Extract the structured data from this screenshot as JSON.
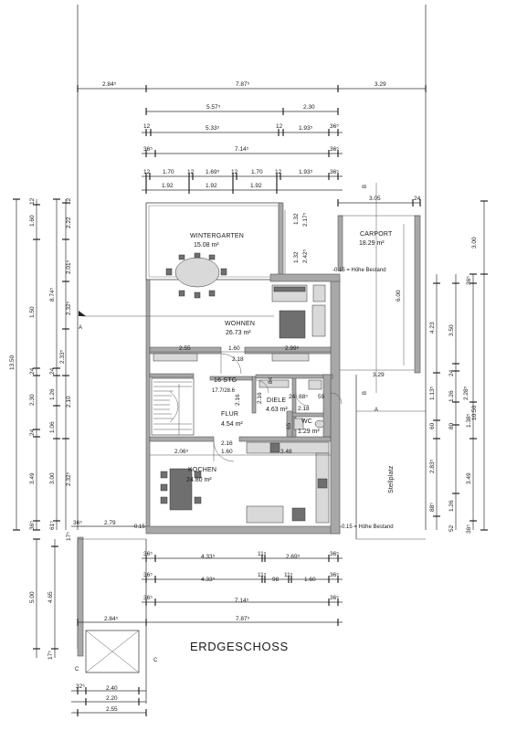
{
  "title": "ERDGESCHOSS",
  "rooms": {
    "wintergarten": {
      "name": "WINTERGARTEN",
      "area": "15.08 m²"
    },
    "carport": {
      "name": "CARPORT",
      "area": "18.29 m²"
    },
    "wohnen": {
      "name": "WOHNEN",
      "area": "26.73 m²"
    },
    "stg": {
      "name": "16 STG",
      "ratio": "17.7/28.6"
    },
    "diele": {
      "name": "DIELE",
      "area": "4.63 m²"
    },
    "flur": {
      "name": "FLUR",
      "area": "4.54 m²"
    },
    "wc": {
      "name": "WC",
      "area": "1.29 m²"
    },
    "kochen": {
      "name": "KOCHEN",
      "area": "24.80 m²"
    },
    "stellplatz": {
      "name": "Stellplatz"
    }
  },
  "annotations": {
    "hoehe_top": "-0.15 = Höhe Bestand",
    "hoehe_bottom": "-0.15 = Höhe Bestand",
    "minus015": "-0.15"
  },
  "section_marks": {
    "a": "A",
    "b": "B",
    "c": "C"
  },
  "dims_top": {
    "r1": [
      "2.84⁵",
      "7.87⁵",
      "3.29"
    ],
    "r2": [
      "5.57⁵",
      "2.30"
    ],
    "r3": [
      "12",
      "5.33⁵",
      "12",
      "1.93⁵",
      "36⁵"
    ],
    "r4": [
      "36⁵",
      "7.14⁵",
      "36⁵"
    ],
    "r5": [
      "12",
      "1.70",
      "12",
      "1.69⁵",
      "12",
      "1.70",
      "12",
      "1.93⁵",
      "36⁵"
    ],
    "r6": [
      "1.92",
      "1.92",
      "1.92"
    ],
    "carport": [
      "3.05",
      "24"
    ]
  },
  "dims_left": {
    "outer": "13.50",
    "c1": [
      "12",
      "1.60",
      "1.50",
      "24",
      "2.30",
      "24",
      "3.49",
      "36⁵"
    ],
    "c2": [
      "8.74⁵",
      "24",
      "1.26",
      "1.06",
      "3.00",
      "61⁵"
    ],
    "c3": [
      "12",
      "2.22",
      "2.01⁵",
      "2.32⁵",
      "2.33⁵",
      "2.10",
      "2.32⁵",
      "17⁵"
    ],
    "lower": [
      "5.00",
      "4.65",
      "17⁵"
    ]
  },
  "dims_inner_top": [
    "1.32",
    "2.17⁵",
    "1.32",
    "2.42⁵"
  ],
  "dims_interior": {
    "wohn_left": "2.55",
    "wohn_mid": "1.60",
    "wohn_right": "2.99⁵",
    "wohn_door": "2.18",
    "diele_w": "2.16",
    "diele_w2": "2.18",
    "diele_88": "88⁵",
    "diele_59": "59",
    "diele_24": "24",
    "diele_84": "84",
    "wc_65": "65",
    "flur_216": "2.16",
    "kochen_206": "2.06⁵",
    "kochen_160": "1.60",
    "kochen_348": "3.48",
    "carport_329": "3.29",
    "carport_600": "6.00"
  },
  "dims_right": {
    "c1": [
      "4.23",
      "1.13⁵",
      "60",
      "2.83⁵",
      "88⁵"
    ],
    "c2": [
      "3.50",
      "24",
      "1.26",
      "80",
      "1.26"
    ],
    "c3": [
      "36⁵",
      "2.28⁵",
      "1.38⁵",
      "3.49",
      "52",
      "36⁵"
    ],
    "outer": [
      "3.00",
      "10.50"
    ]
  },
  "dims_bottom": {
    "r0": [
      "36⁵",
      "2.79",
      "-0.15"
    ],
    "r1": [
      "36⁵",
      "4.33⁵",
      "11⁵",
      "2.69⁵",
      "36⁵"
    ],
    "r2": [
      "36⁵",
      "4.33⁵",
      "11⁵",
      "98",
      "11⁵",
      "1.60",
      "36⁵"
    ],
    "r3": [
      "36⁵",
      "7.14⁵",
      "36⁵"
    ],
    "r4": [
      "2.84⁵",
      "7.87⁵"
    ],
    "r5": [
      "32⁵",
      "2.40"
    ],
    "r6": [
      "2.20"
    ],
    "r7": [
      "2.55"
    ]
  }
}
